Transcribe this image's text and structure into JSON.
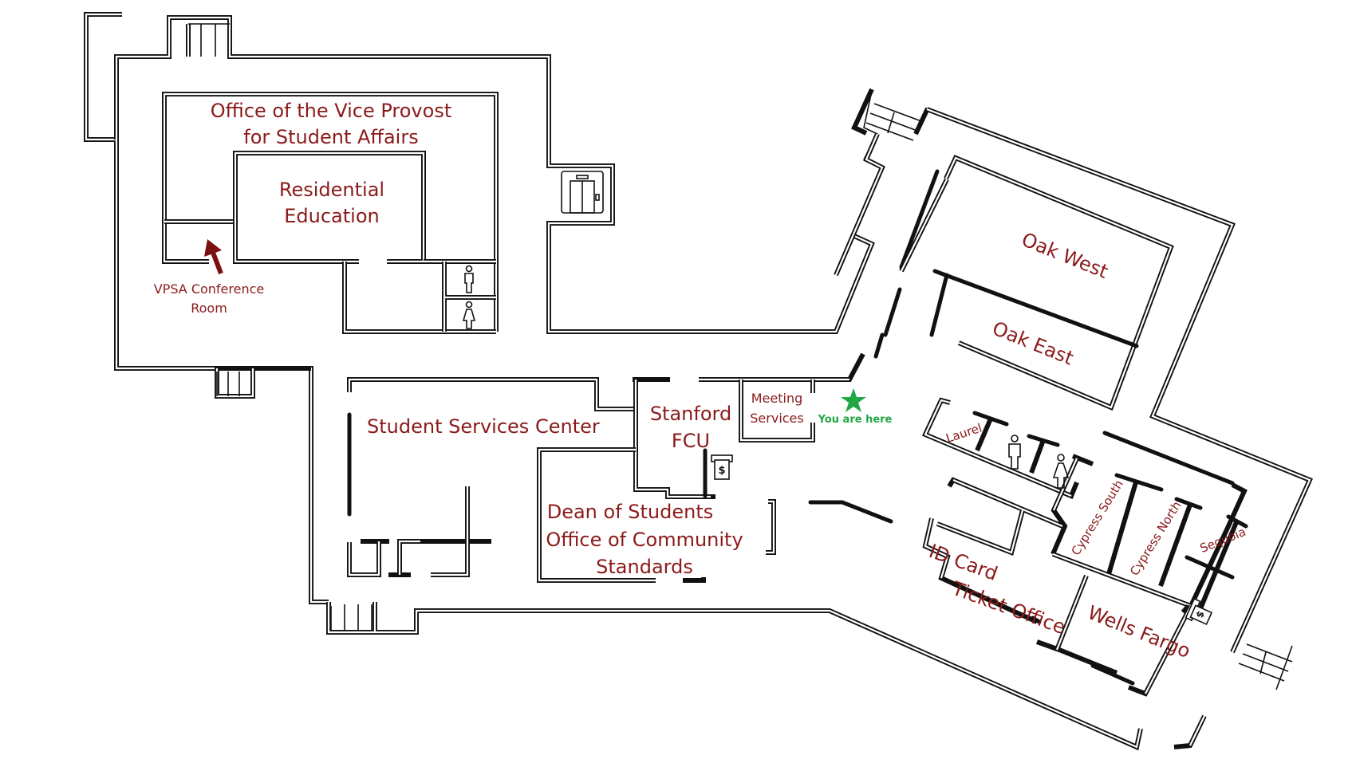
{
  "map": {
    "title": "Floor Plan",
    "label_color": "#8b1a1a",
    "marker_color": "#22a745",
    "wall_color": "#111111"
  },
  "rooms": {
    "vpsa_office": {
      "line1": "Office of the Vice Provost",
      "line2": "for Student Affairs"
    },
    "residential_education": {
      "line1": "Residential",
      "line2": "Education"
    },
    "vpsa_conference": {
      "line1": "VPSA Conference",
      "line2": "Room"
    },
    "student_services": {
      "label": "Student Services Center"
    },
    "stanford_fcu": {
      "line1": "Stanford",
      "line2": "FCU"
    },
    "meeting_services": {
      "line1": "Meeting",
      "line2": "Services"
    },
    "dean_of_students": {
      "line1": "Dean of Students",
      "line2": "Office of Community",
      "line3": "Standards"
    },
    "oak_west": {
      "label": "Oak West"
    },
    "oak_east": {
      "label": "Oak East"
    },
    "laurel": {
      "label": "Laurel"
    },
    "cypress_south": {
      "label": "Cypress South"
    },
    "cypress_north": {
      "label": "Cypress North"
    },
    "sequoia": {
      "label": "Sequoia"
    },
    "id_card": {
      "line1": "ID Card",
      "line2": "Ticket Office"
    },
    "wells_fargo": {
      "label": "Wells Fargo"
    }
  },
  "marker": {
    "label": "You are here",
    "icon": "star-icon"
  },
  "icons": {
    "elevator": "elevator-icon",
    "restroom_men": "mens-restroom-icon",
    "restroom_women": "womens-restroom-icon",
    "atm": "atm-icon",
    "stairs": "stairs-icon",
    "arrow": "arrow-up-icon",
    "atm_symbol": "$"
  }
}
